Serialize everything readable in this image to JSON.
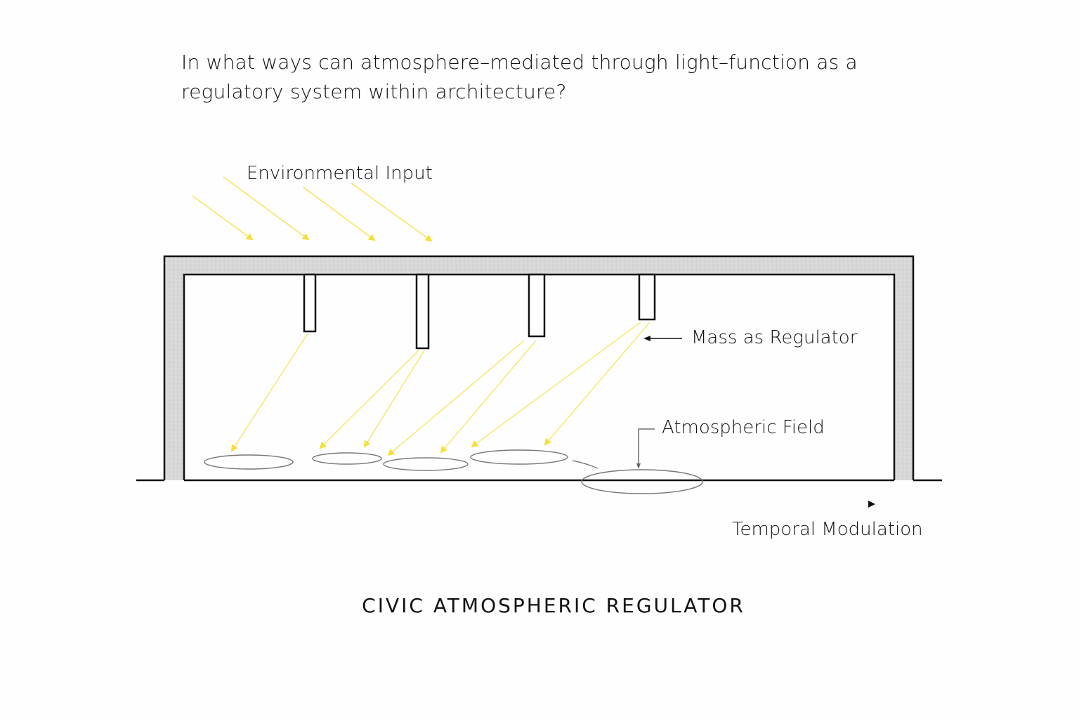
{
  "question": {
    "line1": "In what ways can atmosphere–mediated through light–function as a",
    "line2": "regulatory system within architecture?"
  },
  "labels": {
    "environmental_input": "Environmental Input",
    "mass_as_regulator": "Mass as Regulator",
    "atmospheric_field": "Atmospheric Field",
    "temporal_modulation": "Temporal Modulation"
  },
  "title": "CIVIC ATMOSPHERIC REGULATOR",
  "colors": {
    "light_ray": "#f5e04a",
    "structure": "#111111",
    "mass_fill": "#d6d6d6",
    "field_outline": "#888888"
  },
  "elements": {
    "incoming_rays": 4,
    "light_baffles": 4,
    "atmospheric_pools": 5
  }
}
